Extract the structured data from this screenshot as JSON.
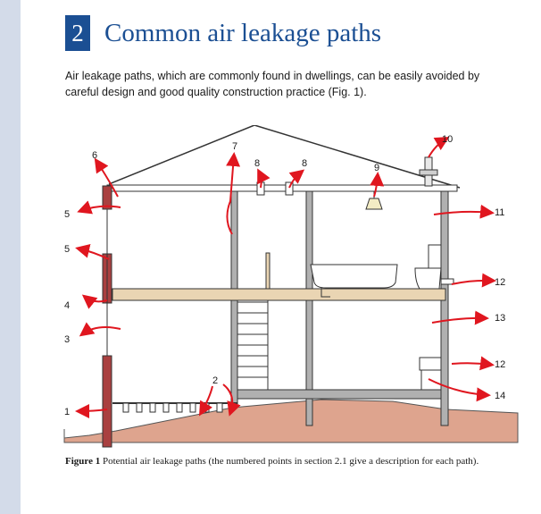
{
  "section": {
    "number": "2",
    "title": "Common air leakage paths"
  },
  "intro": "Air leakage paths, which are commonly found in dwellings, can be easily avoided by careful design and good quality construction practice (Fig. 1).",
  "figure": {
    "callouts": [
      "1",
      "2",
      "3",
      "4",
      "5",
      "5",
      "6",
      "7",
      "8",
      "8",
      "9",
      "10",
      "11",
      "12",
      "12",
      "13",
      "14"
    ],
    "colors": {
      "arrow": "#e0161f",
      "ground": "#dea48e",
      "floor": "#ead5b3",
      "wall": "#b0b0b0",
      "brick": "#a94040"
    }
  },
  "caption": {
    "label": "Figure 1",
    "text": " Potential air leakage paths (the numbered points in section 2.1 give a description for each path)."
  }
}
